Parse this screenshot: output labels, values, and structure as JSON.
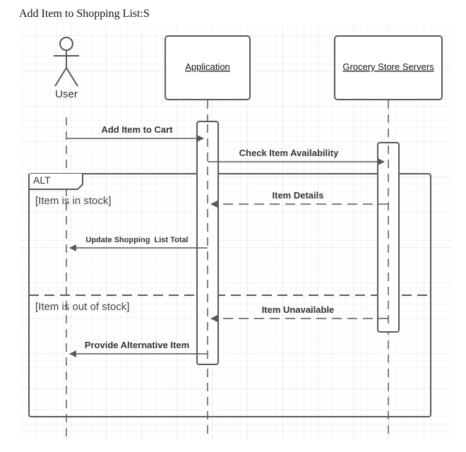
{
  "title": "Add Item to Shopping List:S",
  "participants": [
    {
      "id": "user",
      "label": "User",
      "kind": "actor"
    },
    {
      "id": "app",
      "label": "Application",
      "kind": "object"
    },
    {
      "id": "servers",
      "label": "Grocery Store Servers",
      "kind": "object"
    }
  ],
  "messages": [
    {
      "id": "add-item-to-cart",
      "label": "Add Item to Cart",
      "from": "user",
      "to": "app",
      "style": "solid"
    },
    {
      "id": "check-item-availability",
      "label": "Check Item Availability",
      "from": "app",
      "to": "servers",
      "style": "solid"
    },
    {
      "id": "item-details",
      "label": "Item Details",
      "from": "servers",
      "to": "app",
      "style": "dashed"
    },
    {
      "id": "update-shopping-list-total",
      "label": "Update Shopping  List Total",
      "from": "app",
      "to": "user",
      "style": "solid"
    },
    {
      "id": "item-unavailable",
      "label": "Item Unavailable",
      "from": "servers",
      "to": "app",
      "style": "dashed"
    },
    {
      "id": "provide-alternative-item",
      "label": "Provide Alternative Item",
      "from": "app",
      "to": "user",
      "style": "solid"
    }
  ],
  "fragment": {
    "operator": "ALT",
    "guards": [
      "[Item is in stock]",
      "[Item is out of stock]"
    ]
  },
  "colors": {
    "line": "#595959",
    "grid": "#e3e3e3",
    "text": "#333333"
  }
}
